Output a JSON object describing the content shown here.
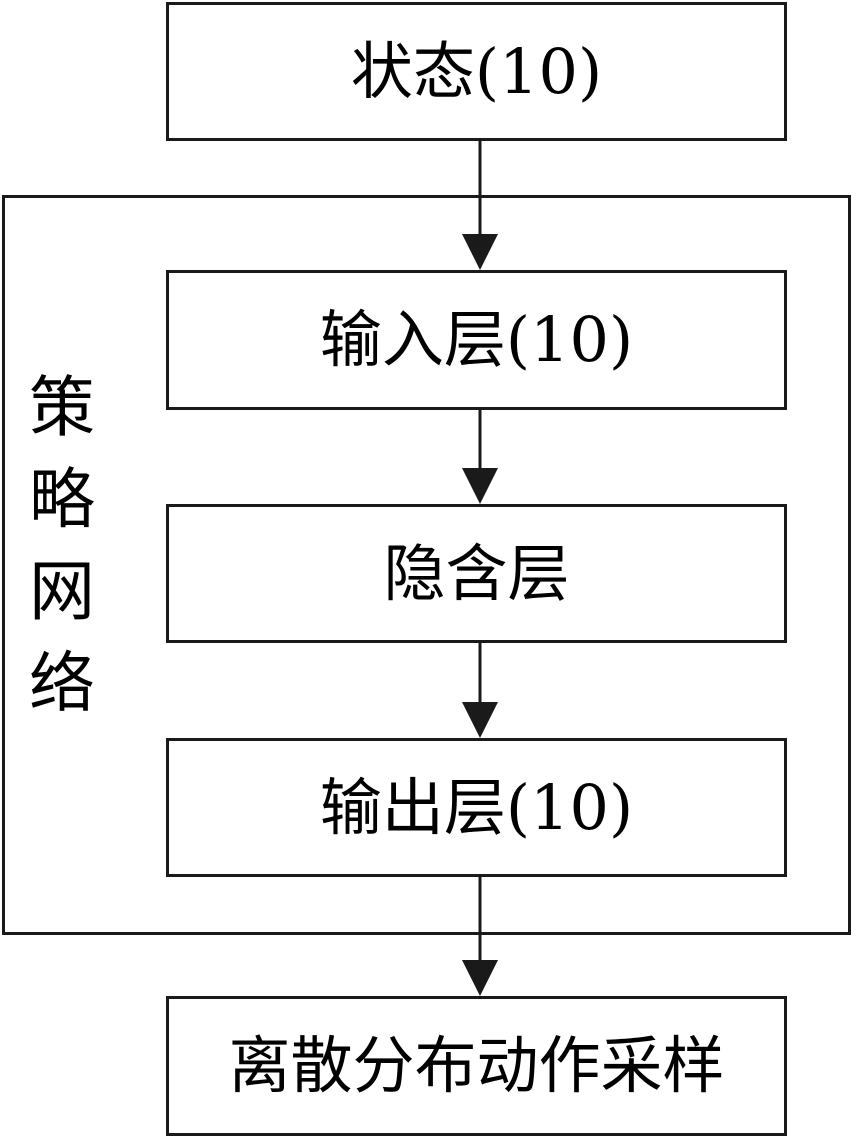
{
  "diagram": {
    "state_box": {
      "label": "状态(10)"
    },
    "policy_network": {
      "label_chars": [
        "策",
        "略",
        "网",
        "络"
      ],
      "input_layer": {
        "label": "输入层(10)"
      },
      "hidden_layer": {
        "label": "隐含层"
      },
      "output_layer": {
        "label": "输出层(10)"
      }
    },
    "action_box": {
      "label": "离散分布动作采样"
    },
    "edges": [
      {
        "from": "state_box",
        "to": "input_layer"
      },
      {
        "from": "input_layer",
        "to": "hidden_layer"
      },
      {
        "from": "hidden_layer",
        "to": "output_layer"
      },
      {
        "from": "output_layer",
        "to": "action_box"
      }
    ],
    "colors": {
      "stroke": "#1a1a1a",
      "background": "#ffffff"
    }
  }
}
